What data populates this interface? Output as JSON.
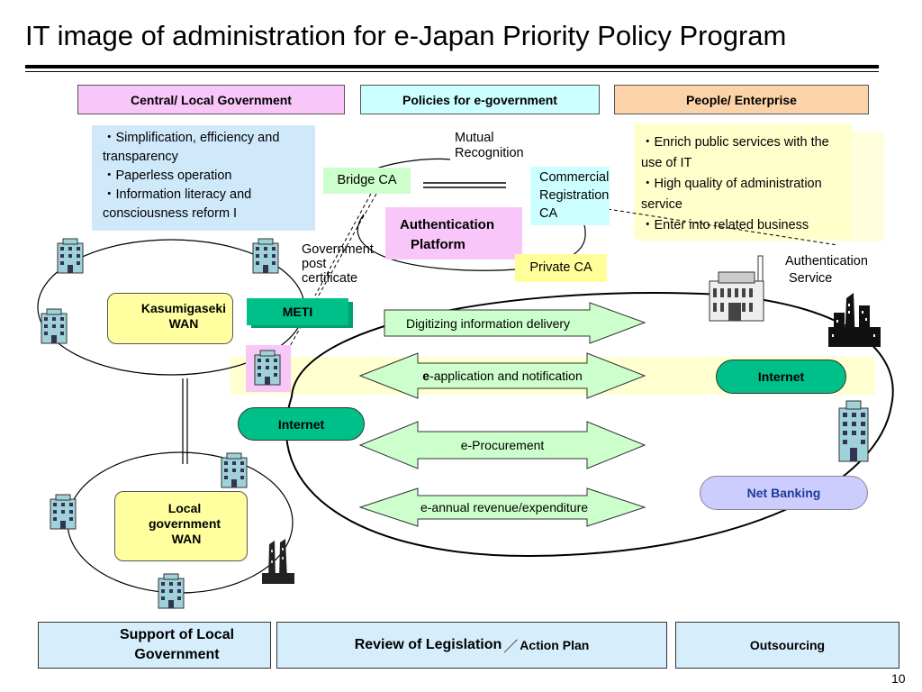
{
  "title": "IT image of administration for e-Japan Priority Policy Program",
  "headers": {
    "central": "Central/ Local Government",
    "policies": "Policies for e-government",
    "people": "People/ Enterprise"
  },
  "left_notes": [
    "・Simplification, efficiency and",
    "   transparency",
    "・Paperless operation",
    "・Information literacy and",
    "  consciousness reform I"
  ],
  "right_notes": [
    "・Enrich public services with the",
    "    use of IT",
    "・High quality of administration",
    "    service",
    "・Enter into related business"
  ],
  "labels": {
    "mutual": "Mutual",
    "recognition": "Recognition",
    "bridge_ca": "Bridge CA",
    "commercial_1": "Commercial",
    "commercial_2": "Registration",
    "commercial_3": "CA",
    "auth_platform_1": "Authentication",
    "auth_platform_2": "Platform",
    "gov_post_1": "Government",
    "gov_post_2": "post",
    "gov_post_3": "certificate",
    "private_ca": "Private CA",
    "auth_service_1": "Authentication",
    "auth_service_2": "Service",
    "meti": "METI",
    "kasumigaseki_1": "Kasumigaseki",
    "kasumigaseki_2": "WAN",
    "local_1": "Local",
    "local_2": "government",
    "local_3": "WAN",
    "internet_left": "Internet",
    "internet_right": "Internet",
    "net_banking": "Net Banking"
  },
  "arrows": {
    "digitizing": "Digitizing information delivery",
    "eapp_bold": "e",
    "eapp_rest": "-application and  notification",
    "eproc": "e-Procurement",
    "annual": "e-annual revenue/expenditure"
  },
  "bottom": {
    "support_1": "Support of Local",
    "support_2": "Government",
    "review_main": "Review of Legislation",
    "review_sep": "／",
    "review_sub": "Action Plan",
    "outsourcing": "Outsourcing"
  },
  "page_number": "10",
  "colors": {
    "pink": "#f9c6f9",
    "cyan": "#ccffff",
    "orange": "#fcd3a8",
    "light_blue": "#d6eefc",
    "light_yellow": "#ffffcc",
    "green": "#ccffcc",
    "teal": "#00c08a",
    "lavender": "#ccccff",
    "band": "#ffffcc"
  }
}
